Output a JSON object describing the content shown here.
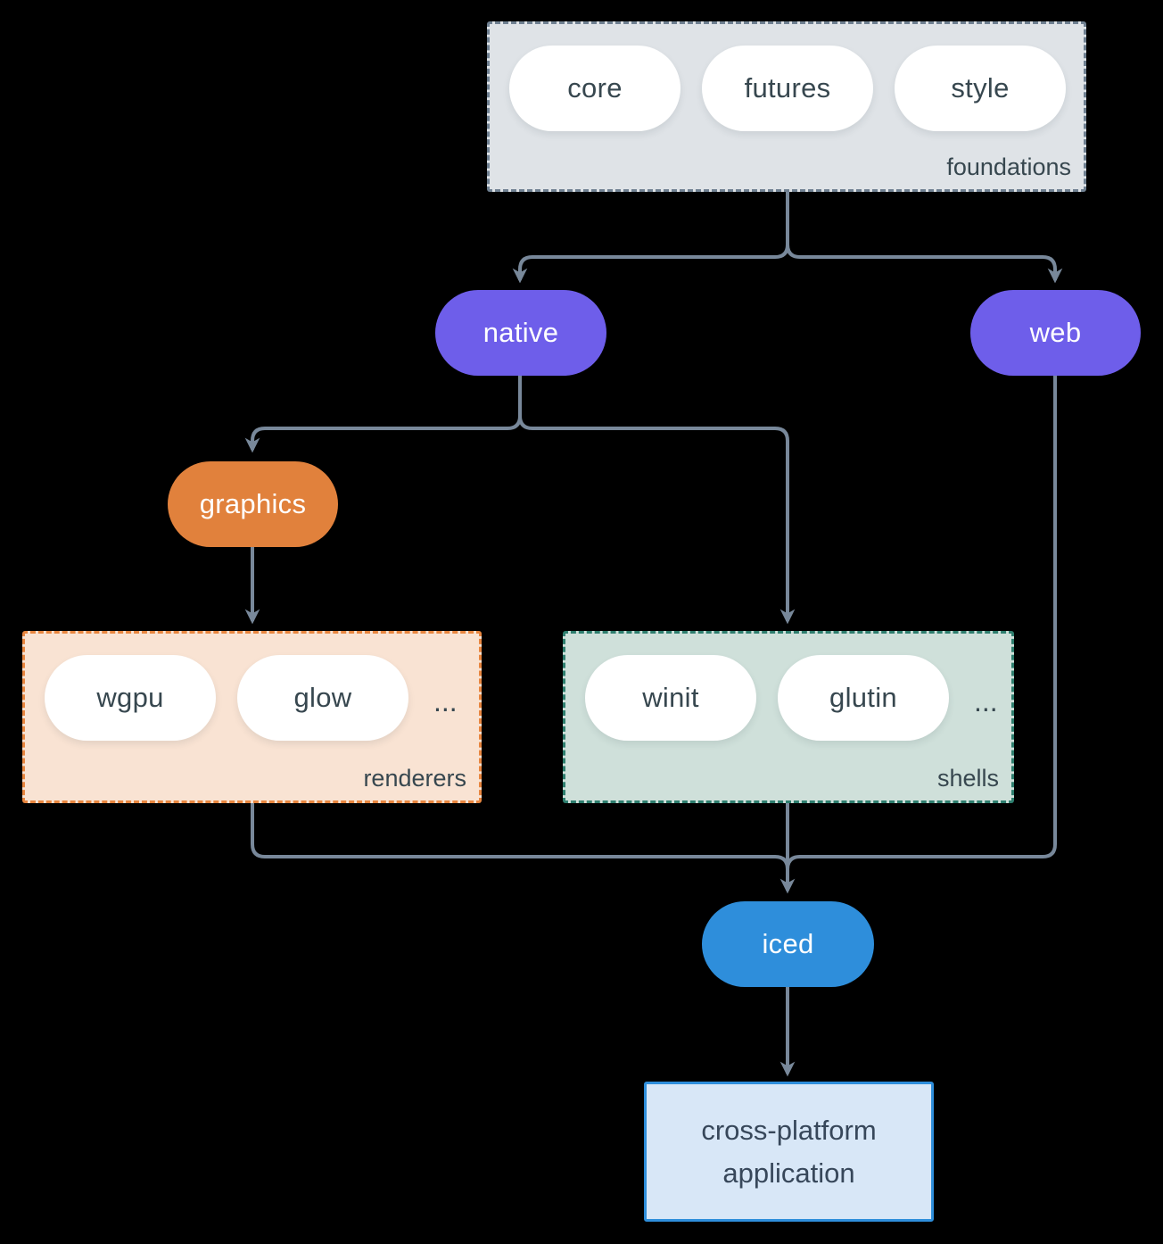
{
  "colors": {
    "background": "#000000",
    "connector": "#78889a",
    "text_dark": "#37474f",
    "pill_white": "#ffffff",
    "purple": "#6e5eea",
    "orange": "#e1813c",
    "blue": "#2e8edb",
    "foundations_bg": "#dfe3e7",
    "foundations_border": "#6f8091",
    "renderers_bg": "#f9e3d3",
    "renderers_border": "#e8863f",
    "shells_bg": "#cfe0da",
    "shells_border": "#2e7e6e",
    "application_bg": "#d8e7f7",
    "application_border": "#2e8edb"
  },
  "nodes": {
    "foundations": {
      "label": "foundations",
      "pills": [
        "core",
        "futures",
        "style"
      ]
    },
    "native": {
      "label": "native"
    },
    "web": {
      "label": "web"
    },
    "graphics": {
      "label": "graphics"
    },
    "renderers": {
      "label": "renderers",
      "pills": [
        "wgpu",
        "glow"
      ],
      "ellipsis": "..."
    },
    "shells": {
      "label": "shells",
      "pills": [
        "winit",
        "glutin"
      ],
      "ellipsis": "..."
    },
    "iced": {
      "label": "iced"
    },
    "application": {
      "line1": "cross-platform",
      "line2": "application"
    }
  }
}
